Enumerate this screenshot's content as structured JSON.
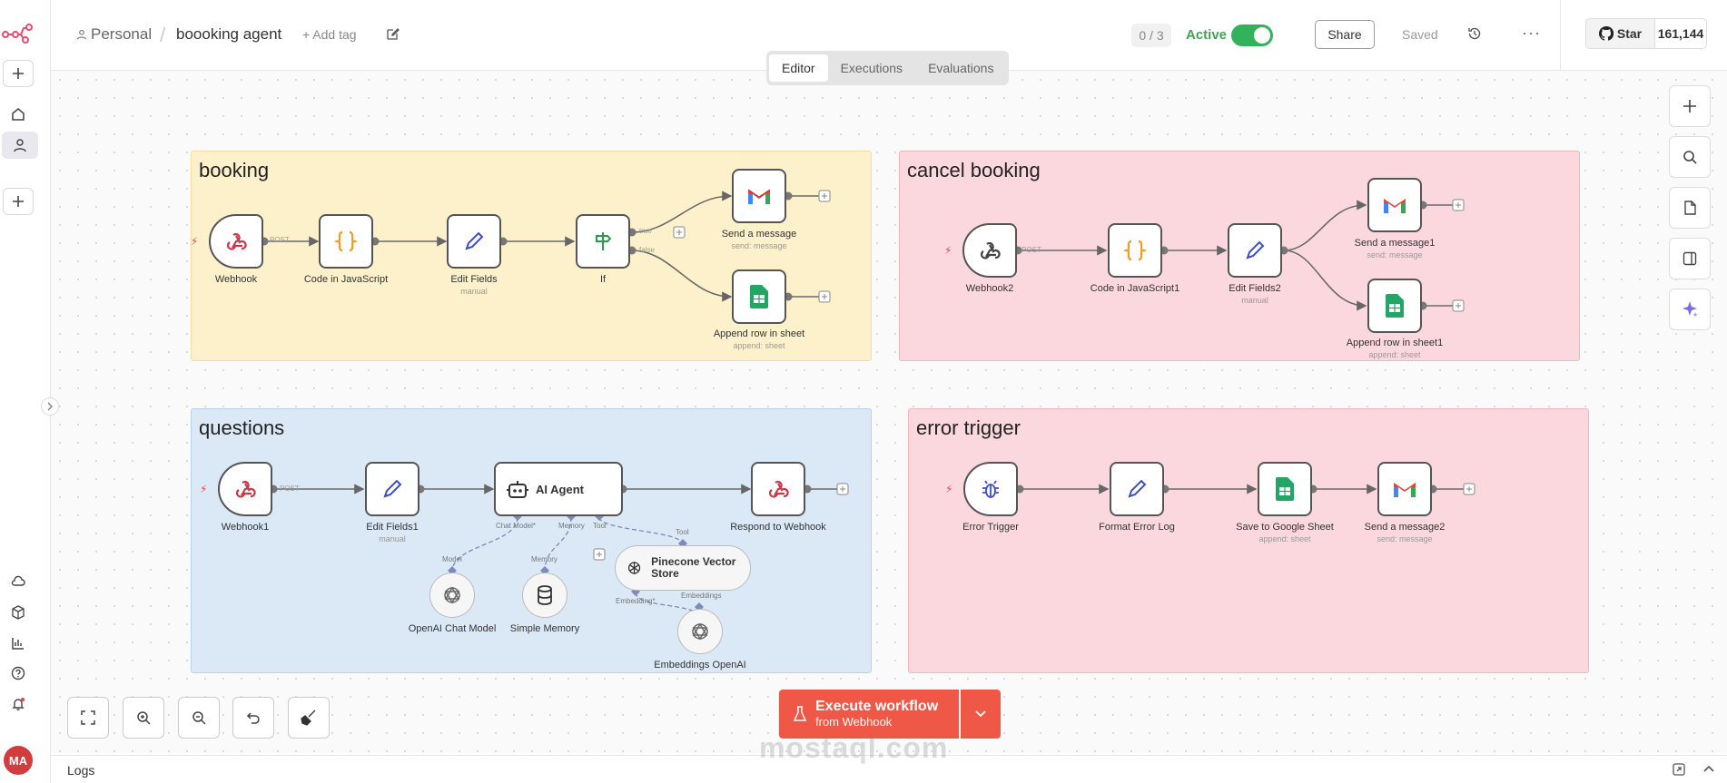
{
  "header": {
    "project": "Personal",
    "workflow_name": "boooking agent",
    "add_tag": "+ Add tag",
    "counter": "0 / 3",
    "active_label": "Active",
    "share": "Share",
    "saved": "Saved",
    "more": "···",
    "github_star": "Star",
    "github_count": "161,144"
  },
  "tabs": [
    "Editor",
    "Executions",
    "Evaluations"
  ],
  "colors": {
    "yellow": "#fdf1cc",
    "red": "#fbd8dd",
    "blue": "#dbe8f6",
    "accent": "#ef5846",
    "green": "#33b25c"
  },
  "sidebar": {
    "avatar": "MA"
  },
  "stickies": {
    "booking": "booking",
    "cancel": "cancel booking",
    "questions": "questions",
    "error": "error trigger"
  },
  "nodes": {
    "webhook": "Webhook",
    "code_js": "Code in JavaScript",
    "edit_fields": "Edit Fields",
    "edit_fields_sub": "manual",
    "if": "If",
    "send_message": "Send a message",
    "send_message_sub": "send: message",
    "append_row": "Append row in sheet",
    "append_row_sub": "append: sheet",
    "webhook2": "Webhook2",
    "code_js1": "Code in JavaScript1",
    "edit_fields2": "Edit Fields2",
    "edit_fields2_sub": "manual",
    "send_message1": "Send a message1",
    "send_message1_sub": "send: message",
    "append_row1": "Append row in sheet1",
    "append_row1_sub": "append: sheet",
    "webhook1": "Webhook1",
    "edit_fields1": "Edit Fields1",
    "edit_fields1_sub": "manual",
    "ai_agent": "AI Agent",
    "respond_webhook": "Respond to Webhook",
    "openai_chat": "OpenAI Chat Model",
    "simple_memory": "Simple Memory",
    "pinecone": "Pinecone Vector Store",
    "embeddings": "Embeddings OpenAI",
    "error_trigger": "Error Trigger",
    "format_error": "Format Error Log",
    "save_sheet": "Save to Google Sheet",
    "save_sheet_sub": "append: sheet",
    "send_message2": "Send a message2",
    "send_message2_sub": "send: message"
  },
  "edge_labels": {
    "post": "POST",
    "true": "true",
    "false": "false",
    "chat_model": "Chat Model*",
    "memory": "Memory",
    "tool": "Tool",
    "model": "Model",
    "embedding": "Embedding*",
    "embeddings": "Embeddings"
  },
  "execute": {
    "label": "Execute workflow",
    "sub": "from Webhook"
  },
  "watermark": "mostaql.com",
  "logs": "Logs"
}
